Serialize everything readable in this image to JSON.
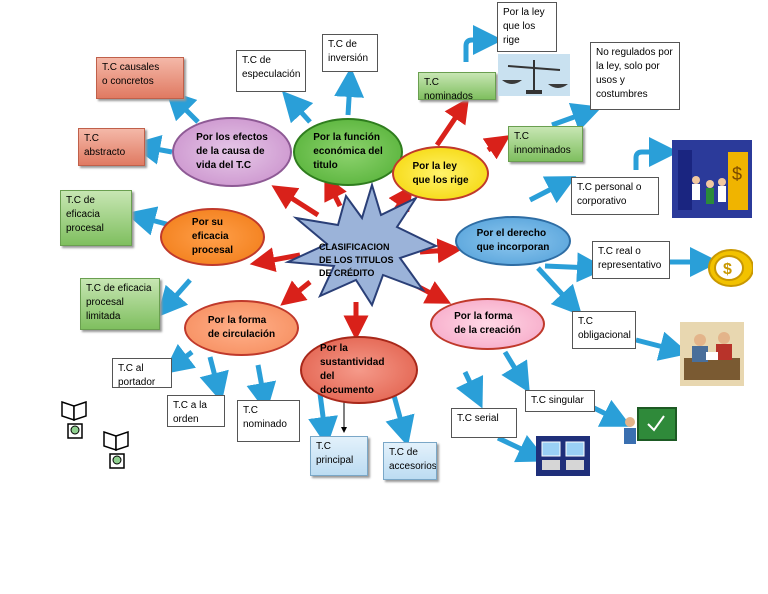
{
  "center": {
    "title": "CLASIFICACION\nDE LOS TITULOS\nDE CRÉDITO"
  },
  "ovals": {
    "efectos": "Por los efectos\nde la causa de\nvida del T.C",
    "funcion": "Por la función\neconómica del\ntitulo",
    "ley": "Por la ley\nque los rige",
    "eficacia": "Por su\neficacia\nprocesal",
    "derecho": "Por el derecho\nque incorporan",
    "circulacion": "Por la forma\nde circulación",
    "sustantividad": "Por la\nsustantividad del\ndocumento",
    "creacion": "Por la forma\nde la creación"
  },
  "boxes": {
    "causales": "T.C  causales\no  concretos",
    "abstracto": "T.C\nabstracto",
    "especulacion": "T.C de\nespeculación",
    "inversion": "T.C de\ninversión",
    "porlaley": "Por la ley\nque los\nrige",
    "nominados_ley": "T.C nominados",
    "no_regulados": "No regulados por\nla ley, solo por\nusos y\ncostumbres",
    "innominados": "T.C\ninnominados",
    "eficacia_procesal": "T.C  de\neficacia\nprocesal",
    "eficacia_limitada": "T.C de eficacia\nprocesal\nlimitada",
    "personal": "T.C  personal  o\ncorporativo",
    "real": " T.C  real o\nrepresentativo",
    "obligacional": "T.C\nobligacional",
    "portador": "T.C  al\nportador",
    "orden": "T.C a la\norden",
    "nominado": "T.C\nnominado",
    "principal": "T.C\nprincipal",
    "accesorios": "T.C  de\naccesorios",
    "serial": "T.C  serial",
    "singular": "T.C singular"
  }
}
